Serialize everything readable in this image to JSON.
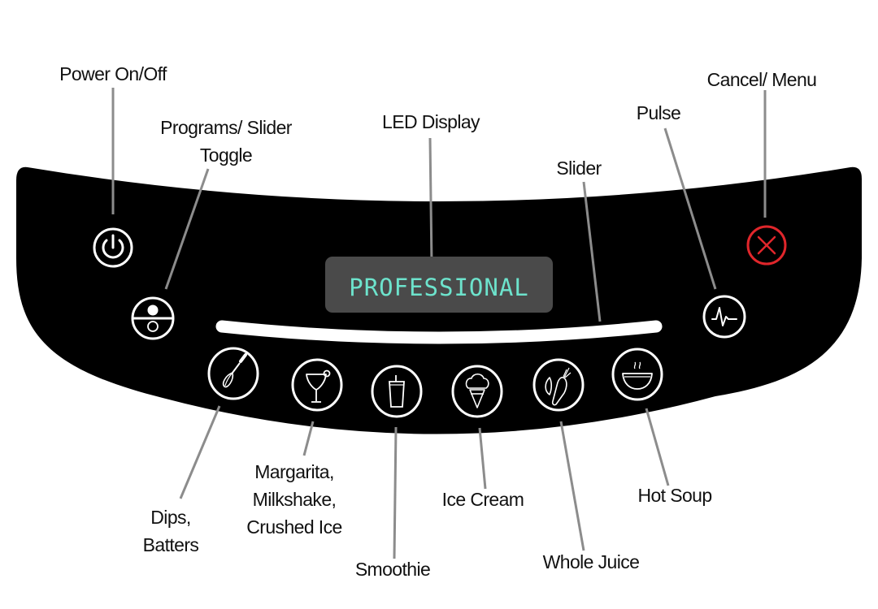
{
  "diagram": {
    "subject": "Blender control panel",
    "colors": {
      "panel": "#000000",
      "icon_stroke": "#ffffff",
      "cancel_accent": "#e0262b",
      "lcd_background": "#4a4a4a",
      "lcd_text": "#6de3cc",
      "leader_line": "#8c8c8c",
      "label_text": "#111111"
    },
    "lcd": {
      "text": "PROFESSIONAL"
    },
    "labels": {
      "power": "Power On/Off",
      "programs_line1": "Programs/ Slider",
      "programs_line2": "Toggle",
      "led_display": "LED Display",
      "slider": "Slider",
      "pulse": "Pulse",
      "cancel": "Cancel/ Menu",
      "dips_line1": "Dips,",
      "dips_line2": "Batters",
      "margarita_line1": "Margarita,",
      "margarita_line2": "Milkshake,",
      "margarita_line3": "Crushed Ice",
      "smoothie": "Smoothie",
      "ice_cream": "Ice Cream",
      "whole_juice": "Whole Juice",
      "hot_soup": "Hot Soup"
    },
    "buttons": [
      {
        "id": "power",
        "icon": "power-icon"
      },
      {
        "id": "programs-toggle",
        "icon": "toggle-icon"
      },
      {
        "id": "pulse",
        "icon": "pulse-icon"
      },
      {
        "id": "cancel",
        "icon": "cancel-x-icon"
      },
      {
        "id": "dips-batters",
        "icon": "whisk-icon"
      },
      {
        "id": "margarita",
        "icon": "cocktail-glass-icon"
      },
      {
        "id": "smoothie",
        "icon": "cup-straw-icon"
      },
      {
        "id": "ice-cream",
        "icon": "ice-cream-cone-icon"
      },
      {
        "id": "whole-juice",
        "icon": "carrot-leaf-icon"
      },
      {
        "id": "hot-soup",
        "icon": "soup-bowl-icon"
      }
    ]
  }
}
